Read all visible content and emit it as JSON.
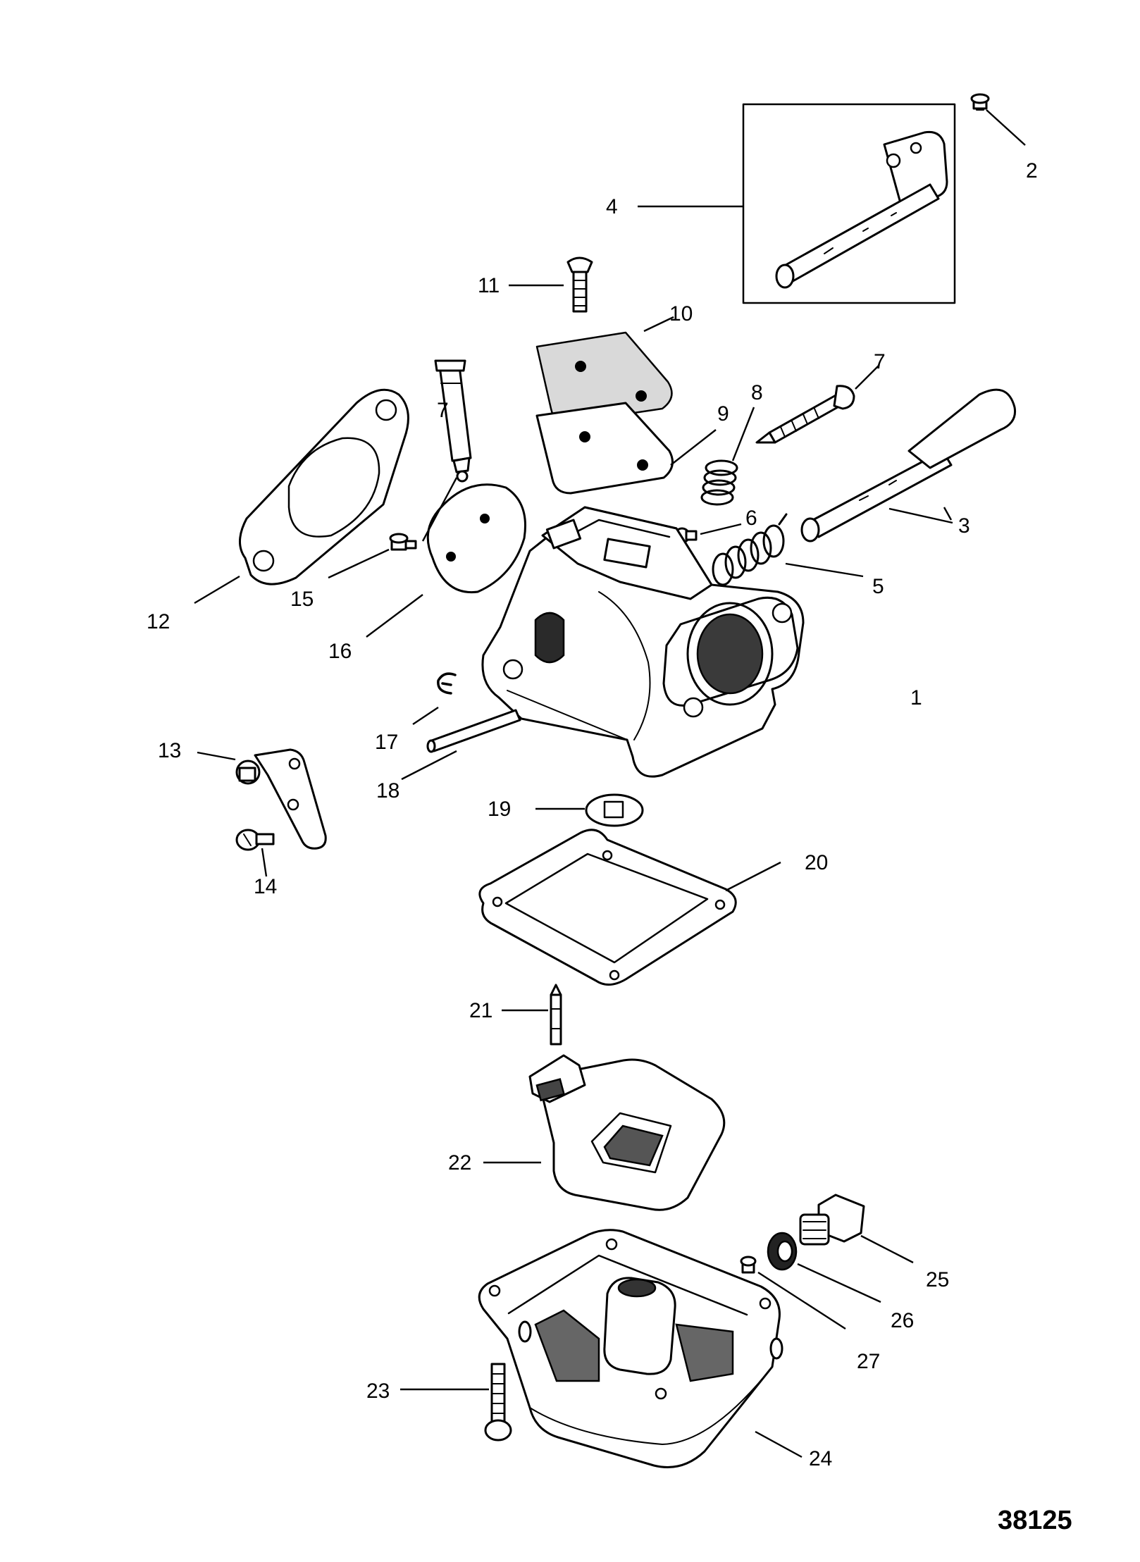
{
  "figure_number": "38125",
  "callouts": [
    {
      "id": "c1",
      "label": "1"
    },
    {
      "id": "c2",
      "label": "2"
    },
    {
      "id": "c3",
      "label": "3"
    },
    {
      "id": "c4",
      "label": "4"
    },
    {
      "id": "c5",
      "label": "5"
    },
    {
      "id": "c6",
      "label": "6"
    },
    {
      "id": "c7a",
      "label": "7"
    },
    {
      "id": "c7b",
      "label": "7"
    },
    {
      "id": "c8",
      "label": "8"
    },
    {
      "id": "c9",
      "label": "9"
    },
    {
      "id": "c10",
      "label": "10"
    },
    {
      "id": "c11",
      "label": "11"
    },
    {
      "id": "c12",
      "label": "12"
    },
    {
      "id": "c13",
      "label": "13"
    },
    {
      "id": "c14",
      "label": "14"
    },
    {
      "id": "c15",
      "label": "15"
    },
    {
      "id": "c16",
      "label": "16"
    },
    {
      "id": "c17",
      "label": "17"
    },
    {
      "id": "c18",
      "label": "18"
    },
    {
      "id": "c19",
      "label": "19"
    },
    {
      "id": "c20",
      "label": "20"
    },
    {
      "id": "c21",
      "label": "21"
    },
    {
      "id": "c22",
      "label": "22"
    },
    {
      "id": "c23",
      "label": "23"
    },
    {
      "id": "c24",
      "label": "24"
    },
    {
      "id": "c25",
      "label": "25"
    },
    {
      "id": "c26",
      "label": "26"
    },
    {
      "id": "c27",
      "label": "27"
    }
  ]
}
